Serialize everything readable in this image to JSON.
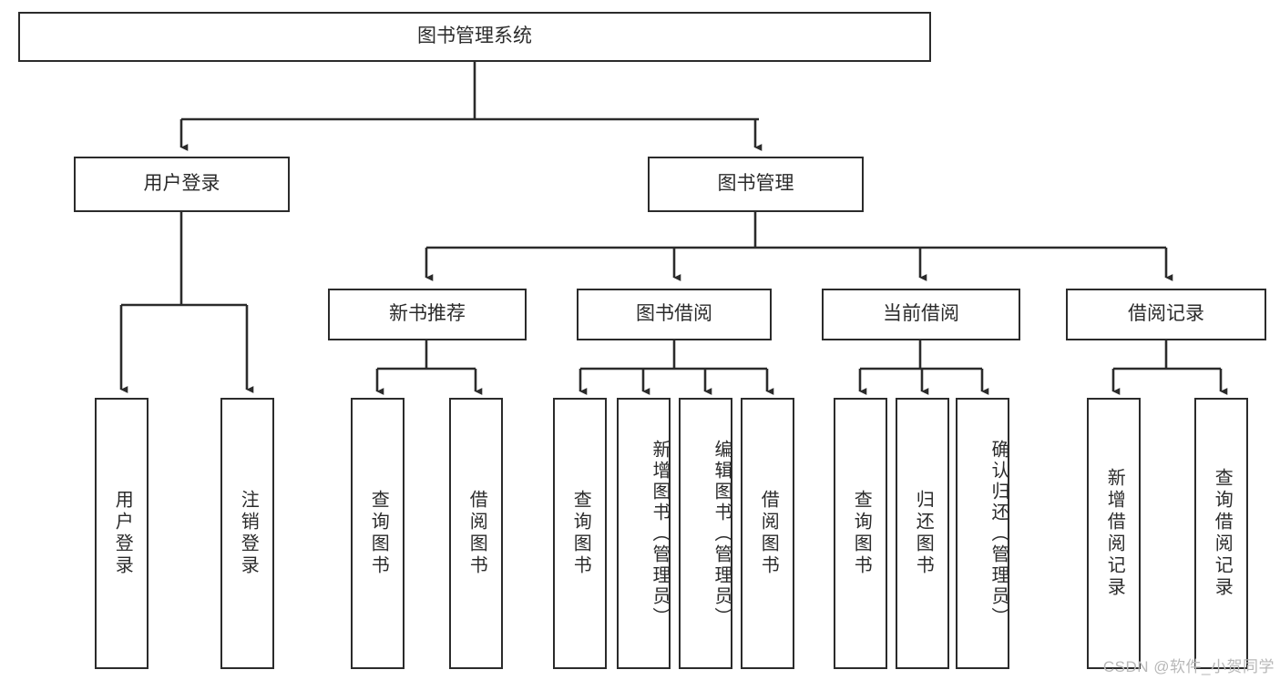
{
  "diagram": {
    "title": "图书管理系统",
    "watermark": "CSDN @软件_小贺同学",
    "type": "tree-hierarchy",
    "colors": {
      "background": "#ffffff",
      "stroke": "#2b2b2b",
      "box_fill": "#ffffff",
      "text": "#2b2b2b",
      "watermark": "#b8b8b8"
    },
    "levels": {
      "level1": [
        "图书管理系统"
      ],
      "level2": [
        "用户登录",
        "图书管理"
      ],
      "level3": [
        "新书推荐",
        "图书借阅",
        "当前借阅",
        "借阅记录"
      ],
      "level4": [
        "用户登录",
        "注销登录",
        "查询图书",
        "借阅图书",
        "查询图书",
        "新增图书（管理员）",
        "编辑图书（管理员）",
        "借阅图书",
        "查询图书",
        "归还图书",
        "确认归还（管理员）",
        "新增借阅记录",
        "查询借阅记录"
      ]
    },
    "nodes": {
      "root": {
        "label": "图书管理系统"
      },
      "user_login": {
        "label": "用户登录"
      },
      "book_manage": {
        "label": "图书管理"
      },
      "new_book_rec": {
        "label": "新书推荐"
      },
      "book_borrow": {
        "label": "图书借阅"
      },
      "current_borrow": {
        "label": "当前借阅"
      },
      "borrow_record": {
        "label": "借阅记录"
      },
      "leaf_user_login": {
        "label": "用户登录"
      },
      "leaf_logout": {
        "label": "注销登录"
      },
      "leaf_query_book_a": {
        "label": "查询图书"
      },
      "leaf_borrow_book_a": {
        "label": "借阅图书"
      },
      "leaf_query_book_b": {
        "label": "查询图书"
      },
      "leaf_add_book": {
        "label": "新增图书（管理员）"
      },
      "leaf_edit_book": {
        "label": "编辑图书（管理员）"
      },
      "leaf_borrow_book_b": {
        "label": "借阅图书"
      },
      "leaf_query_book_c": {
        "label": "查询图书"
      },
      "leaf_return_book": {
        "label": "归还图书"
      },
      "leaf_confirm_return": {
        "label": "确认归还（管理员）"
      },
      "leaf_add_record": {
        "label": "新增借阅记录"
      },
      "leaf_query_record": {
        "label": "查询借阅记录"
      }
    },
    "edges": [
      {
        "from": "图书管理系统",
        "to": "用户登录"
      },
      {
        "from": "图书管理系统",
        "to": "图书管理"
      },
      {
        "from": "用户登录",
        "to": "用户登录"
      },
      {
        "from": "用户登录",
        "to": "注销登录"
      },
      {
        "from": "图书管理",
        "to": "新书推荐"
      },
      {
        "from": "图书管理",
        "to": "图书借阅"
      },
      {
        "from": "图书管理",
        "to": "当前借阅"
      },
      {
        "from": "图书管理",
        "to": "借阅记录"
      },
      {
        "from": "新书推荐",
        "to": "查询图书"
      },
      {
        "from": "新书推荐",
        "to": "借阅图书"
      },
      {
        "from": "图书借阅",
        "to": "查询图书"
      },
      {
        "from": "图书借阅",
        "to": "新增图书（管理员）"
      },
      {
        "from": "图书借阅",
        "to": "编辑图书（管理员）"
      },
      {
        "from": "图书借阅",
        "to": "借阅图书"
      },
      {
        "from": "当前借阅",
        "to": "查询图书"
      },
      {
        "from": "当前借阅",
        "to": "归还图书"
      },
      {
        "from": "当前借阅",
        "to": "确认归还（管理员）"
      },
      {
        "from": "借阅记录",
        "to": "新增借阅记录"
      },
      {
        "from": "借阅记录",
        "to": "查询借阅记录"
      }
    ]
  }
}
